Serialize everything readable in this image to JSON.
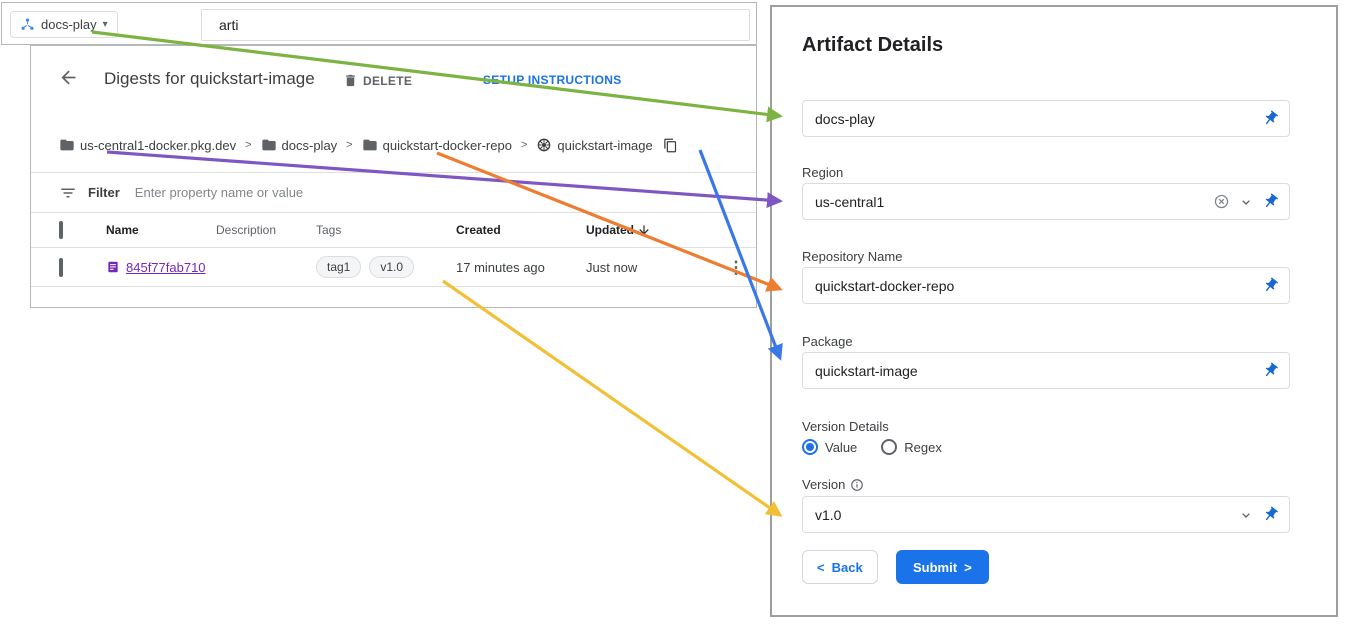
{
  "topbar": {
    "project_selector": "docs-play",
    "search_value": "arti"
  },
  "icons": {
    "dropdown_arrow": "▾",
    "breadcrumb_separator": ">",
    "more_vert": "⋮"
  },
  "digests": {
    "title": "Digests for quickstart-image",
    "delete": "DELETE",
    "setup_instructions": "SETUP INSTRUCTIONS",
    "breadcrumb": [
      {
        "label": "us-central1-docker.pkg.dev"
      },
      {
        "label": "docs-play"
      },
      {
        "label": "quickstart-docker-repo"
      },
      {
        "label": "quickstart-image"
      }
    ],
    "filter": {
      "label": "Filter",
      "placeholder": "Enter property name or value"
    },
    "table": {
      "headers": {
        "name": "Name",
        "description": "Description",
        "tags": "Tags",
        "created": "Created",
        "updated": "Updated"
      },
      "row": {
        "name": "845f77fab710",
        "description": "",
        "tags": [
          "tag1",
          "v1.0"
        ],
        "created": "17 minutes ago",
        "updated": "Just now"
      }
    }
  },
  "form": {
    "title": "Artifact Details",
    "project_value": "docs-play",
    "region": {
      "label": "Region",
      "value": "us-central1"
    },
    "repository": {
      "label": "Repository Name",
      "value": "quickstart-docker-repo"
    },
    "package": {
      "label": "Package",
      "value": "quickstart-image"
    },
    "version_details": {
      "label": "Version Details",
      "value_option": "Value",
      "regex_option": "Regex",
      "selected": "Value"
    },
    "version": {
      "label": "Version",
      "value": "v1.0"
    },
    "back": {
      "chevron": "<",
      "label": "Back"
    },
    "submit": {
      "label": "Submit",
      "chevron": ">"
    }
  },
  "colors": {
    "accent_blue": "#1a73e8",
    "link_purple": "#7627bb",
    "arrow_green": "#7cb342",
    "arrow_purple": "#7e57c2",
    "arrow_orange": "#ed7d31",
    "arrow_blue": "#3b78e7",
    "arrow_yellow": "#f2c037"
  }
}
